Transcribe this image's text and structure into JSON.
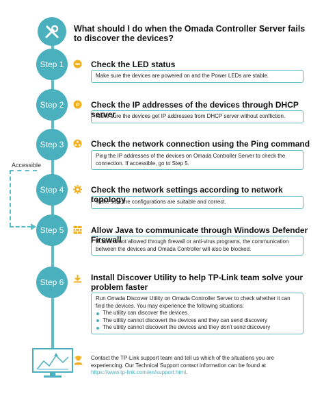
{
  "header": {
    "title": "What should I do when the Omada Controller Server fails to discover the devices?",
    "icon": "tools-icon"
  },
  "colors": {
    "accent": "#4ab0bd",
    "icon": "#f2b01e"
  },
  "steps": [
    {
      "label": "Step 1",
      "icon": "led-icon",
      "title": "Check the LED status",
      "text": "Make sure the devices are powered on and the Power LEDs are stable."
    },
    {
      "label": "Step 2",
      "icon": "ip-icon",
      "title": "Check the IP addresses of the devices through DHCP server",
      "text": "Make sure the devices get IP addresses from DHCP server without confliction."
    },
    {
      "label": "Step 3",
      "icon": "network-icon",
      "title": "Check the network connection using the Ping command",
      "text": "Ping the IP addresses of the devices on Omada Controller Server to check the connection. If accessible, go to Step 5."
    },
    {
      "label": "Step 4",
      "icon": "gear-icon",
      "title": "Check the network settings according to network topology",
      "text": "Make sure the configurations are suitable and correct."
    },
    {
      "label": "Step 5",
      "icon": "firewall-icon",
      "title": "Allow Java to communicate through Windows Defender Firewall",
      "text": "If Java is not allowed through firewall or anti-virus programs, the communication between the devices and Omada Controller will also be blocked."
    },
    {
      "label": "Step 6",
      "icon": "download-icon",
      "title": "Install Discover Utility to help TP-Link team solve your problem faster",
      "text": "Run Omada Discover Utility on Omada Controller Server to check whether it can find the devices. You may experience the following situations:",
      "bullets": [
        "The utility can discover the devices.",
        "The utility cannot discovert the devices and they can send discovery",
        "The utility cannot discovert the devices and they don't send discovery"
      ]
    }
  ],
  "shortcut": {
    "label": "Accessible"
  },
  "support": {
    "text": "Contact the TP-Link support team and tell us which of the situations you are experiencing. Our Technical Support contact information can be found at",
    "link": "https://www.tp-link.com/en/support.html",
    "suffix": "."
  }
}
